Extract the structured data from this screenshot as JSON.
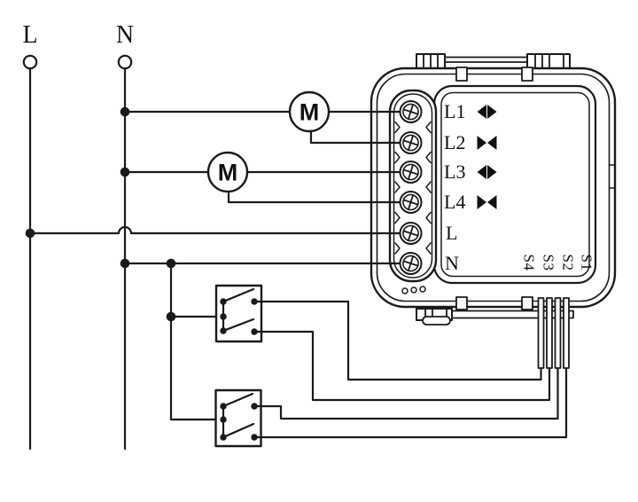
{
  "supply": {
    "live_label": "L",
    "neutral_label": "N"
  },
  "motors": {
    "motor1_label": "M",
    "motor2_label": "M"
  },
  "module": {
    "terminal_labels": [
      "L1",
      "L2",
      "L3",
      "L4",
      "L",
      "N"
    ],
    "terminal_symbols": [
      "open",
      "close",
      "open",
      "close",
      "",
      ""
    ],
    "switch_port_labels": [
      "S4",
      "S3",
      "S2",
      "S1"
    ]
  },
  "colors": {
    "line": "#1a1a1a",
    "background": "#ffffff",
    "text": "#111111"
  }
}
